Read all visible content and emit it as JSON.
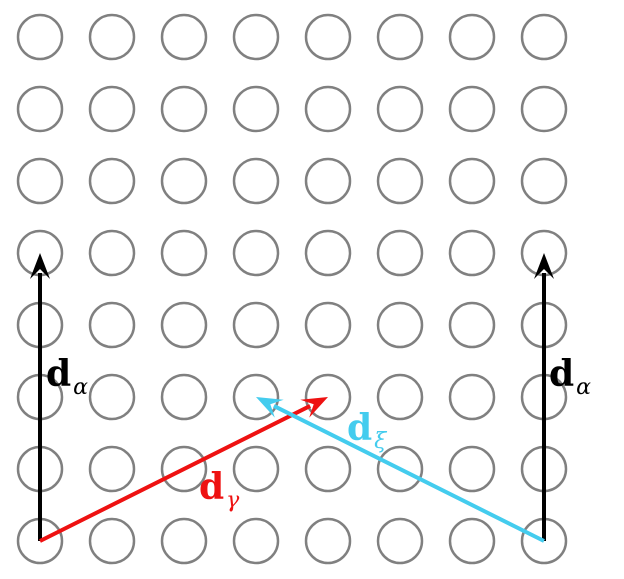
{
  "lattice": {
    "rows": 8,
    "cols": 8,
    "circle_color": "#808080"
  },
  "vectors": [
    {
      "id": "alpha-left",
      "label_main": "d",
      "label_sub": "α",
      "color": "#000000",
      "from": [
        0,
        0
      ],
      "to": [
        0,
        4
      ]
    },
    {
      "id": "alpha-right",
      "label_main": "d",
      "label_sub": "α",
      "color": "#000000",
      "from": [
        7,
        0
      ],
      "to": [
        7,
        4
      ]
    },
    {
      "id": "gamma",
      "label_main": "d",
      "label_sub": "γ",
      "color": "#ee1111",
      "from": [
        0,
        0
      ],
      "to": [
        4,
        2
      ]
    },
    {
      "id": "xi",
      "label_main": "d",
      "label_sub": "ξ",
      "color": "#44ccee",
      "from": [
        7,
        0
      ],
      "to": [
        3,
        2
      ]
    }
  ]
}
